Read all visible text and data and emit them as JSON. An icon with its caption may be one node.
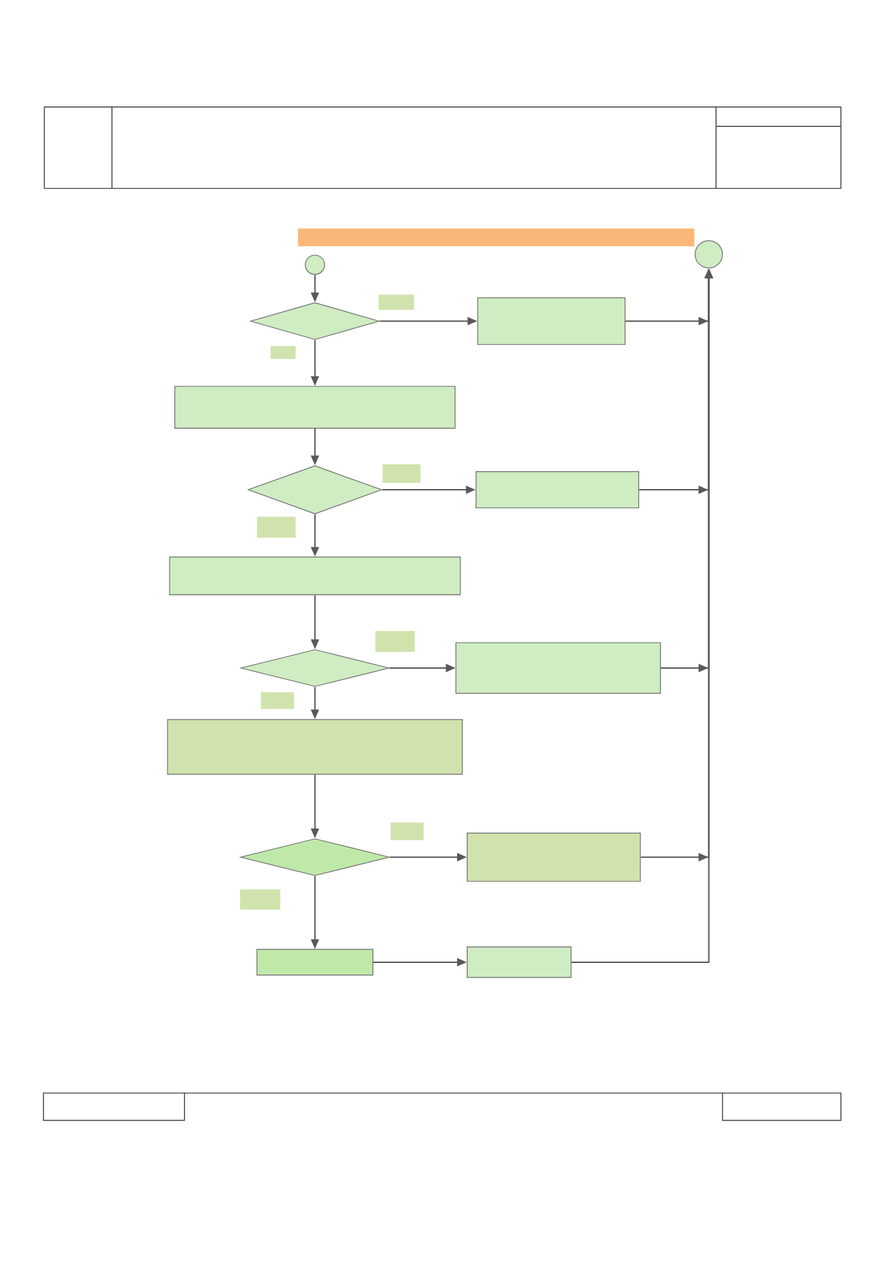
{
  "diagram": {
    "nodes": [
      {
        "text": [],
        "shape": "bar"
      },
      {
        "text": [],
        "shape": "circle"
      },
      {
        "text": [],
        "shape": "circle"
      },
      {
        "text": [],
        "shape": "diamond"
      },
      {
        "text": [],
        "shape": "box"
      },
      {
        "text": [],
        "shape": "box"
      },
      {
        "text": [],
        "shape": "box"
      },
      {
        "text": [],
        "shape": "box"
      },
      {
        "text": [],
        "shape": "diamond"
      },
      {
        "text": [],
        "shape": "box"
      },
      {
        "text": [],
        "shape": "box"
      },
      {
        "text": [],
        "shape": "box"
      },
      {
        "text": [],
        "shape": "box"
      },
      {
        "text": [],
        "shape": "diamond"
      },
      {
        "text": [],
        "shape": "box"
      },
      {
        "text": [],
        "shape": "box"
      },
      {
        "text": [],
        "shape": "box"
      },
      {
        "text": [],
        "shape": "box"
      },
      {
        "text": [],
        "shape": "diamond"
      },
      {
        "text": [],
        "shape": "box"
      },
      {
        "text": [],
        "shape": "box"
      },
      {
        "text": [],
        "shape": "box"
      },
      {
        "text": [],
        "shape": "box"
      },
      {
        "text": [],
        "shape": "box"
      }
    ],
    "edges": [
      {
        "from": 1,
        "to": 3,
        "arrow": "to"
      },
      {
        "from": 3,
        "to": 5,
        "arrow": "to"
      },
      {
        "from": 3,
        "to": 7,
        "arrow": "to"
      },
      {
        "from": 5,
        "to": 2,
        "arrow": "to"
      },
      {
        "from": 7,
        "to": 8,
        "arrow": "to"
      },
      {
        "from": 8,
        "to": 10,
        "arrow": "to"
      },
      {
        "from": 8,
        "to": 12,
        "arrow": "to"
      },
      {
        "from": 10,
        "to": 2,
        "arrow": "to"
      },
      {
        "from": 12,
        "to": 13,
        "arrow": "to"
      },
      {
        "from": 13,
        "to": 15,
        "arrow": "to"
      },
      {
        "from": 13,
        "to": 17,
        "arrow": "to"
      },
      {
        "from": 15,
        "to": 2,
        "arrow": "to"
      },
      {
        "from": 17,
        "to": 18,
        "arrow": "to"
      },
      {
        "from": 18,
        "to": 20,
        "arrow": "to"
      },
      {
        "from": 18,
        "to": 22,
        "arrow": "to"
      },
      {
        "from": 20,
        "to": 2,
        "arrow": "to"
      },
      {
        "from": 22,
        "to": 23,
        "arrow": "to"
      },
      {
        "from": 23,
        "to": 2,
        "arrow": "to"
      }
    ]
  }
}
